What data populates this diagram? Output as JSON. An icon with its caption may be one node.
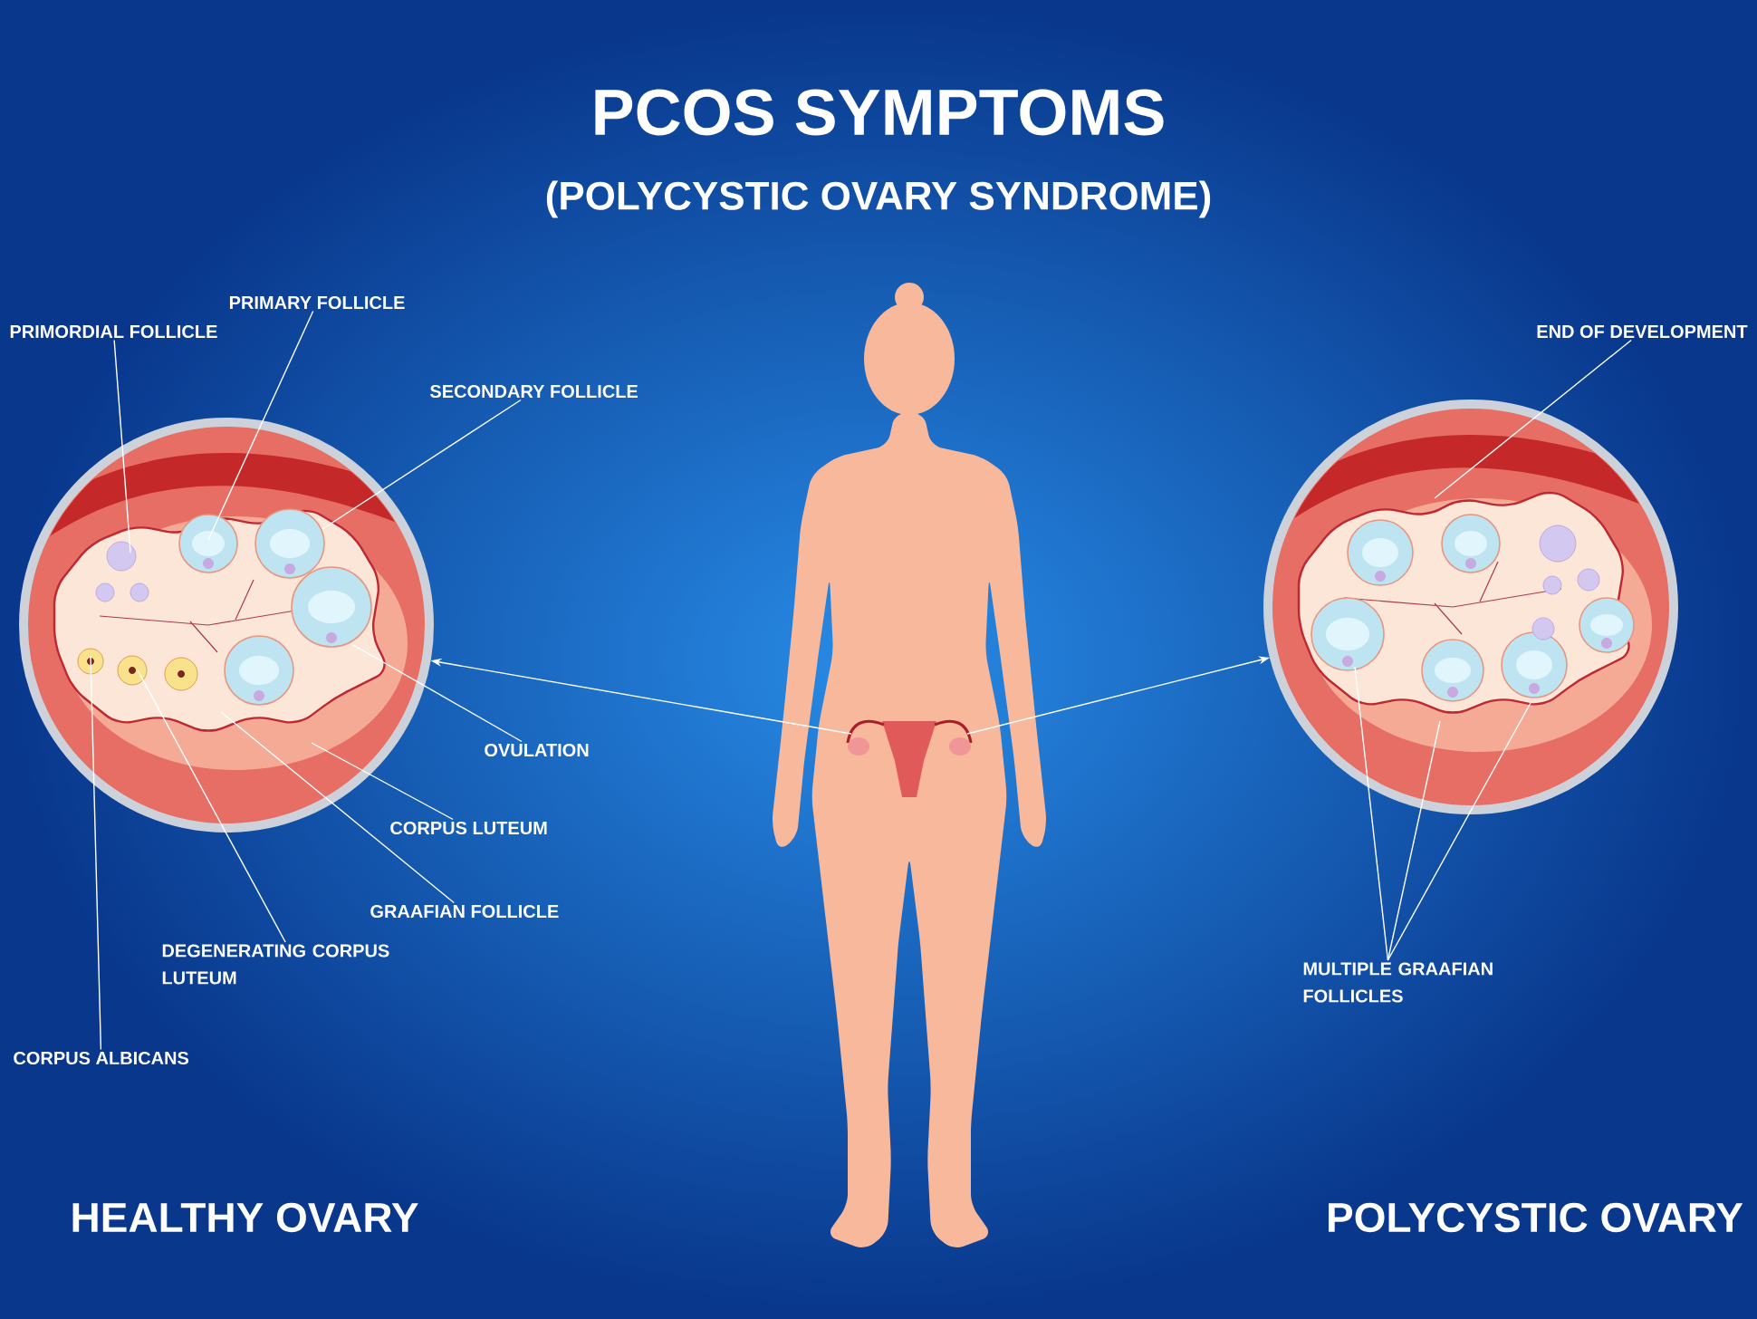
{
  "diagram": {
    "title": "PCOS SYMPTOMS",
    "nodes": [
      {
        "text": [],
        "shape": "circle"
      },
      {
        "text": [],
        "shape": "circle"
      },
      {
        "text": [],
        "shape": "person"
      },
      {
        "text": [
          "PRIMORDIAL FOLLICLE"
        ]
      },
      {
        "text": [
          "PRIMARY FOLLICLE"
        ]
      },
      {
        "text": [
          "SECONDARY FOLLICLE"
        ]
      },
      {
        "text": [
          "OVULATION"
        ]
      },
      {
        "text": [
          "CORPUS LUTEUM"
        ]
      },
      {
        "text": [
          "GRAAFIAN FOLLICLE"
        ]
      },
      {
        "text": [
          "DEGENERATING CORPUS LUTEUM"
        ]
      },
      {
        "text": [
          "CORPUS ALBICANS"
        ]
      },
      {
        "text": [
          "END OF DEVELOPMENT"
        ]
      },
      {
        "text": [
          "MULTIPLE GRAAFIAN FOLLICLES"
        ]
      }
    ],
    "edges": [
      {
        "from": 2,
        "to": 0,
        "arrow": "to"
      },
      {
        "from": 2,
        "to": 1,
        "arrow": "to"
      },
      {
        "from": 3,
        "to": 0,
        "arrow": "none"
      },
      {
        "from": 4,
        "to": 0,
        "arrow": "none"
      },
      {
        "from": 5,
        "to": 0,
        "arrow": "none"
      },
      {
        "from": 6,
        "to": 0,
        "arrow": "none"
      },
      {
        "from": 7,
        "to": 0,
        "arrow": "none"
      },
      {
        "from": 8,
        "to": 0,
        "arrow": "none"
      },
      {
        "from": 9,
        "to": 0,
        "arrow": "none"
      },
      {
        "from": 10,
        "to": 0,
        "arrow": "none"
      },
      {
        "from": 11,
        "to": 1,
        "arrow": "none"
      },
      {
        "from": 12,
        "to": 1,
        "arrow": "none"
      },
      {
        "from": 12,
        "to": 1,
        "arrow": "none"
      },
      {
        "from": 12,
        "to": 1,
        "arrow": "none"
      }
    ],
    "labels": [
      "(POLYCYSTIC OVARY SYNDROME)",
      "HEALTHY OVARY",
      "POLYCYSTIC OVARY"
    ]
  }
}
